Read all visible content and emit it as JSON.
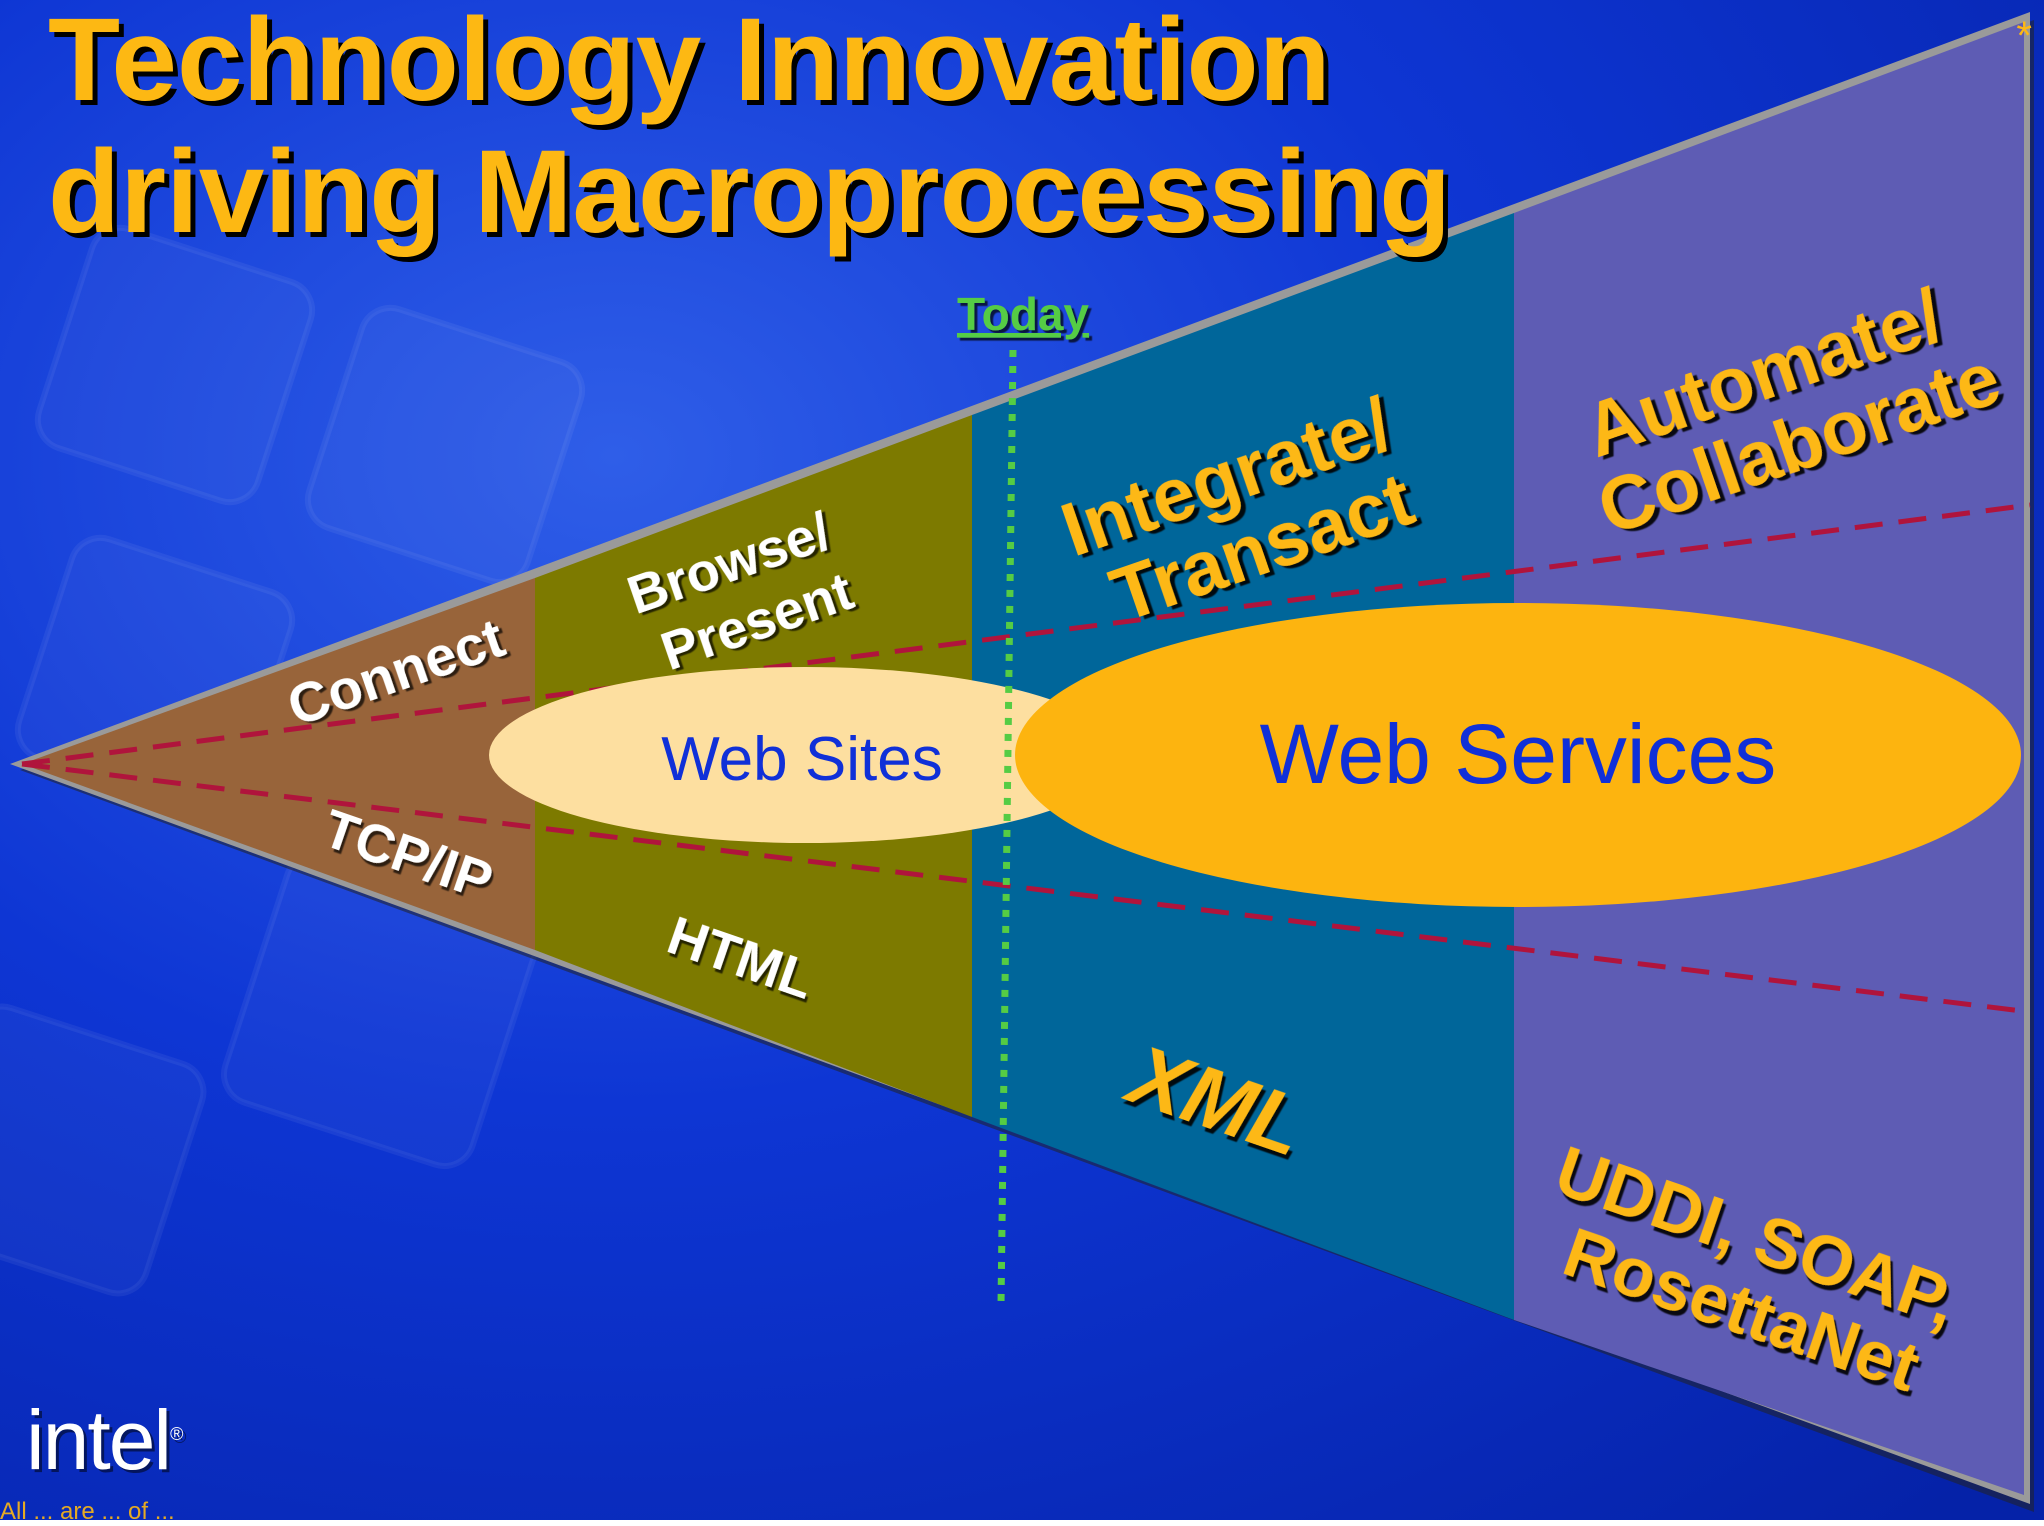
{
  "slide": {
    "title_line1": "Technology Innovation",
    "title_line2": "driving Macroprocessing",
    "corner_mark": "*",
    "logo_text": "intel",
    "logo_mark": "®",
    "footer_note": "All ... are ... of ..."
  },
  "diagram": {
    "today_label": "Today",
    "stages": [
      {
        "top_label": [
          "Connect"
        ],
        "bottom_label": [
          "TCP/IP"
        ],
        "color": "#98643A"
      },
      {
        "top_label": [
          "Browse/",
          "Present"
        ],
        "bottom_label": [
          "HTML"
        ],
        "color": "#7D7A00"
      },
      {
        "top_label": [
          "Integrate/",
          "Transact"
        ],
        "bottom_label": [
          "XML"
        ],
        "color": "#00669A"
      },
      {
        "top_label": [
          "Automate/",
          "Collaborate"
        ],
        "bottom_label": [
          "UDDI, SOAP,",
          "RosettaNet"
        ],
        "color": "#5E5CB4"
      }
    ],
    "ovals": [
      {
        "label": "Web Sites",
        "color": "#FDDFA0",
        "text_color": "#1030D8"
      },
      {
        "label": "Web Services",
        "color": "#FDB40F",
        "text_color": "#1030D8"
      }
    ],
    "colors": {
      "background": "#0A2FD0",
      "white_label": "#FFFFFF",
      "gold_label": "#FDB813",
      "today_green": "#55CC44",
      "dashed_line": "#B0143C"
    }
  }
}
